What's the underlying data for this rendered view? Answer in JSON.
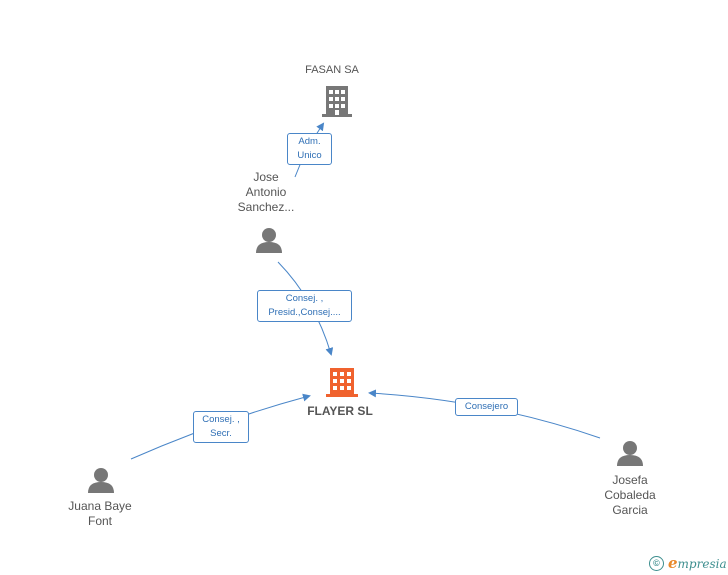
{
  "nodes": {
    "fasan": {
      "label": "FASAN SA",
      "kind": "company"
    },
    "jose": {
      "label": "Jose\nAntonio\nSanchez...",
      "kind": "person"
    },
    "flayer": {
      "label": "FLAYER SL",
      "kind": "company-main"
    },
    "juana": {
      "label": "Juana Baye\nFont",
      "kind": "person"
    },
    "josefa": {
      "label": "Josefa\nCobaleda\nGarcia",
      "kind": "person"
    }
  },
  "edges": {
    "jose_fasan": "Adm.\nUnico",
    "jose_flayer": "Consej. ,\nPresid.,Consej....",
    "juana_flayer": "Consej. ,\nSecr.",
    "josefa_flayer": "Consejero"
  },
  "colors": {
    "edge": "#4a86c8",
    "person_icon": "#777777",
    "company_icon": "#777777",
    "main_company_icon": "#f0622e"
  },
  "footer": {
    "copyright_symbol": "©",
    "brand_initial": "e",
    "brand_rest": "mpresia"
  }
}
